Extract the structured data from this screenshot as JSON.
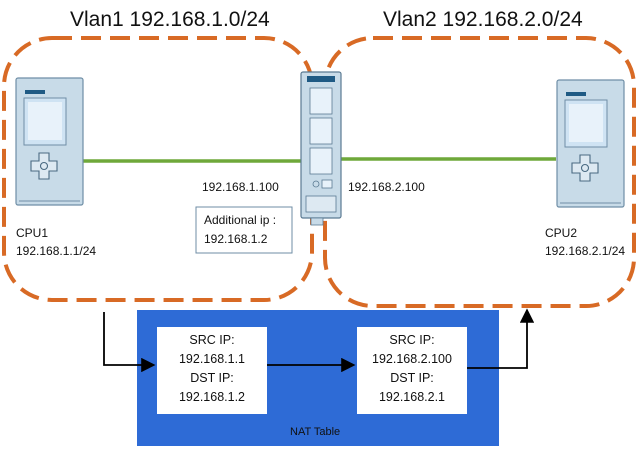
{
  "vlan1": {
    "title": "Vlan1 192.168.1.0/24",
    "cpu_name": "CPU1",
    "cpu_ip": "192.168.1.1/24",
    "switch_ip": "192.168.1.100"
  },
  "vlan2": {
    "title": "Vlan2 192.168.2.0/24",
    "cpu_name": "CPU2",
    "cpu_ip": "192.168.2.1/24",
    "switch_ip": "192.168.2.100"
  },
  "additional_ip": {
    "label": "Additional ip :",
    "value": "192.168.1.2"
  },
  "nat": {
    "label": "NAT Table",
    "entry1": {
      "src_label": "SRC IP:",
      "src_ip": "192.168.1.1",
      "dst_label": "DST IP:",
      "dst_ip": "192.168.1.2"
    },
    "entry2": {
      "src_label": "SRC IP:",
      "src_ip": "192.168.2.100",
      "dst_label": "DST IP:",
      "dst_ip": "192.168.2.1"
    }
  },
  "colors": {
    "dashed_border": "#d86a25",
    "link": "#6fa83a",
    "nat_bg": "#2e6bd6",
    "device_body": "#c8dbe8",
    "device_screen": "#cfe3f3"
  }
}
